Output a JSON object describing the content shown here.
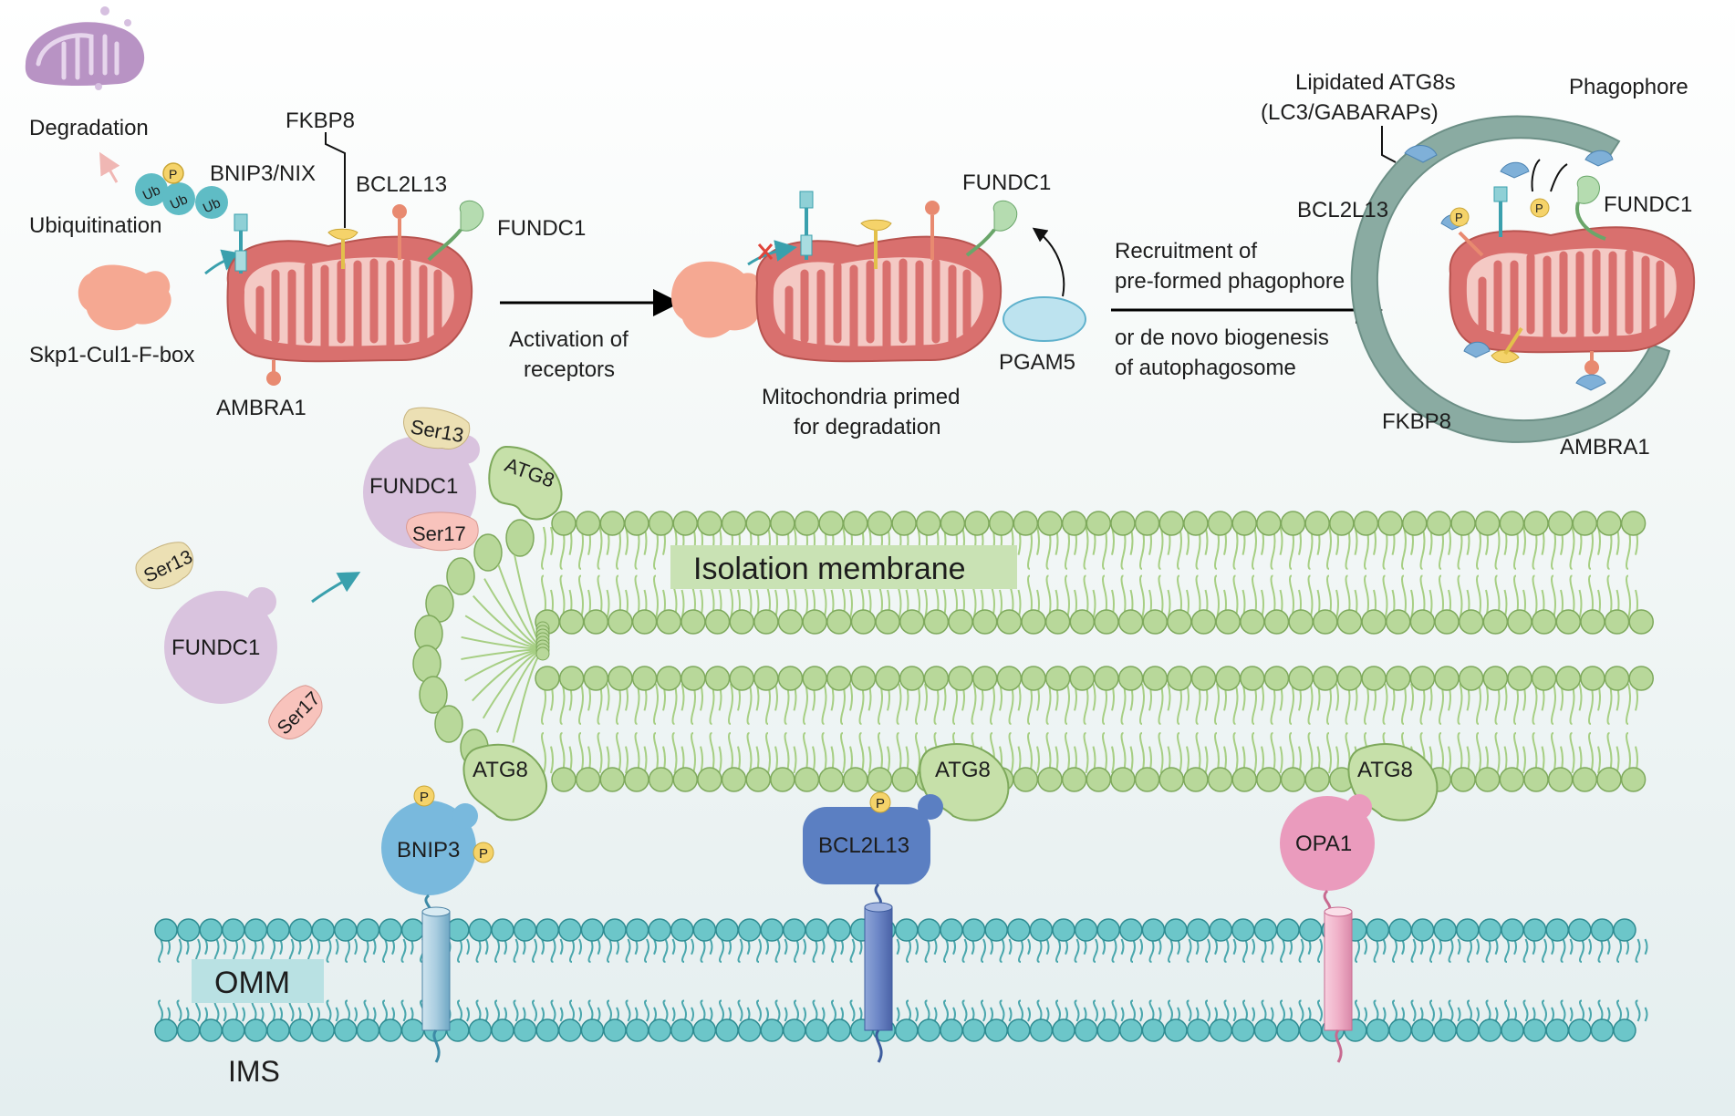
{
  "top_panel": {
    "degradation": "Degradation",
    "ubiquitination": "Ubiquitination",
    "ub": "Ub",
    "p": "P",
    "bnip3_nix": "BNIP3/NIX",
    "fkbp8": "FKBP8",
    "bcl2l13": "BCL2L13",
    "fundc1": "FUNDC1",
    "skp1": "Skp1-Cul1-F-box",
    "ambra1": "AMBRA1",
    "activation_line1": "Activation of",
    "activation_line2": "receptors",
    "primed_line1": "Mitochondria primed",
    "primed_line2": "for degradation",
    "pgam5": "PGAM5",
    "recruit_line1": "Recruitment of",
    "recruit_line2": "pre-formed phagophore",
    "denovo_line1": "or de novo biogenesis",
    "denovo_line2": "of autophagosome",
    "lipidated_line1": "Lipidated ATG8s",
    "lipidated_line2": "(LC3/GABARAPs)",
    "phagophore": "Phagophore"
  },
  "bottom_panel": {
    "ser13": "Ser13",
    "ser17": "Ser17",
    "fundc1": "FUNDC1",
    "atg8": "ATG8",
    "isolation_membrane": "Isolation membrane",
    "bnip3": "BNIP3",
    "bcl2l13": "BCL2L13",
    "opa1": "OPA1",
    "p": "P",
    "omm": "OMM",
    "ims": "IMS"
  },
  "colors": {
    "mito_fill": "#d9706e",
    "mito_inner": "#f4c9c4",
    "phagophore": "#8aaba2",
    "membrane_green": "#b8d89a",
    "omm_teal": "#6cc6c9",
    "fundc1_purple": "#d9c3de",
    "bnip3_blue": "#79b9dd",
    "bcl2l13_blue": "#5b7fc2",
    "opa1_pink": "#ea9bbd"
  }
}
